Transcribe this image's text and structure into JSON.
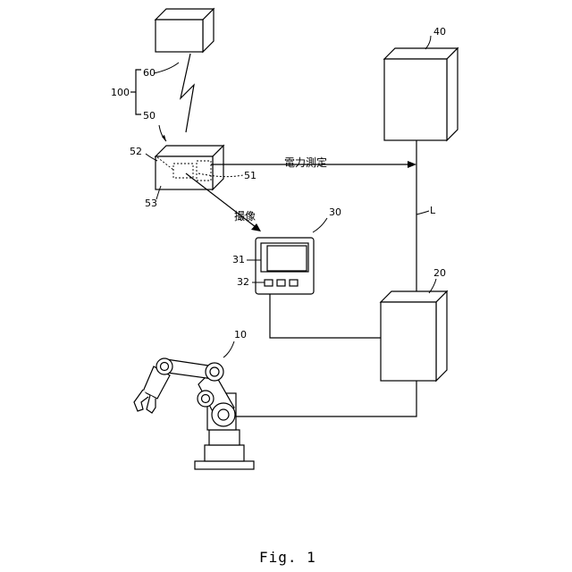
{
  "labels": {
    "ref_10": "10",
    "ref_20": "20",
    "ref_30": "30",
    "ref_31": "31",
    "ref_32": "32",
    "ref_40": "40",
    "ref_50": "50",
    "ref_51": "51",
    "ref_52": "52",
    "ref_53": "53",
    "ref_60": "60",
    "ref_100": "100",
    "line_L": "L",
    "power_measurement": "電力測定",
    "imaging": "撮像"
  },
  "caption": "Fig. 1",
  "colors": {
    "line": "#000000",
    "background": "#ffffff"
  }
}
